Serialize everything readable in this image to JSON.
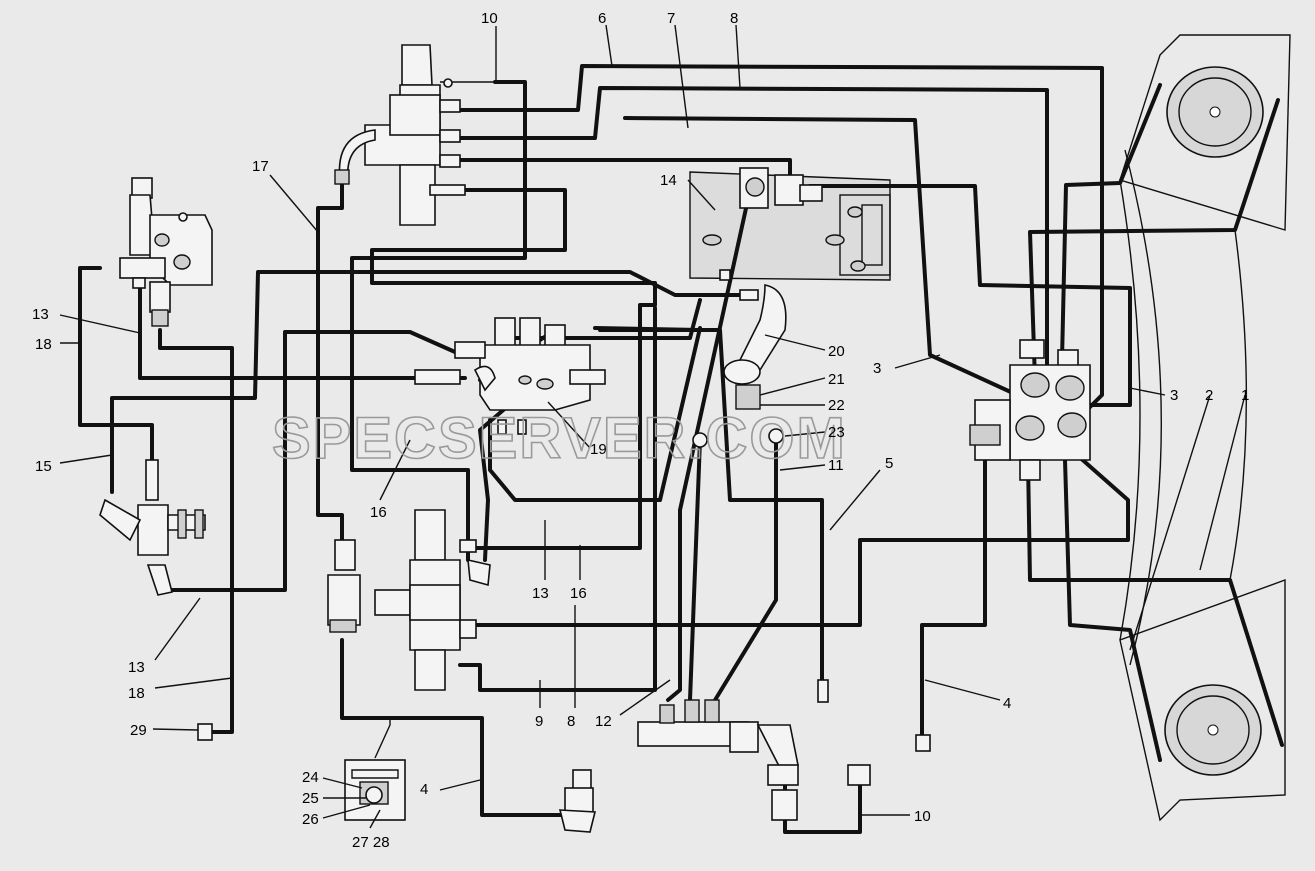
{
  "watermark": "SPECSERVER.COM",
  "callouts": [
    "1",
    "2",
    "3",
    "3",
    "4",
    "4",
    "5",
    "6",
    "7",
    "8",
    "8",
    "9",
    "10",
    "10",
    "11",
    "12",
    "13",
    "13",
    "13",
    "14",
    "15",
    "16",
    "16",
    "17",
    "18",
    "18",
    "19",
    "20",
    "21",
    "22",
    "23",
    "24",
    "25",
    "26",
    "27 28",
    "29"
  ]
}
